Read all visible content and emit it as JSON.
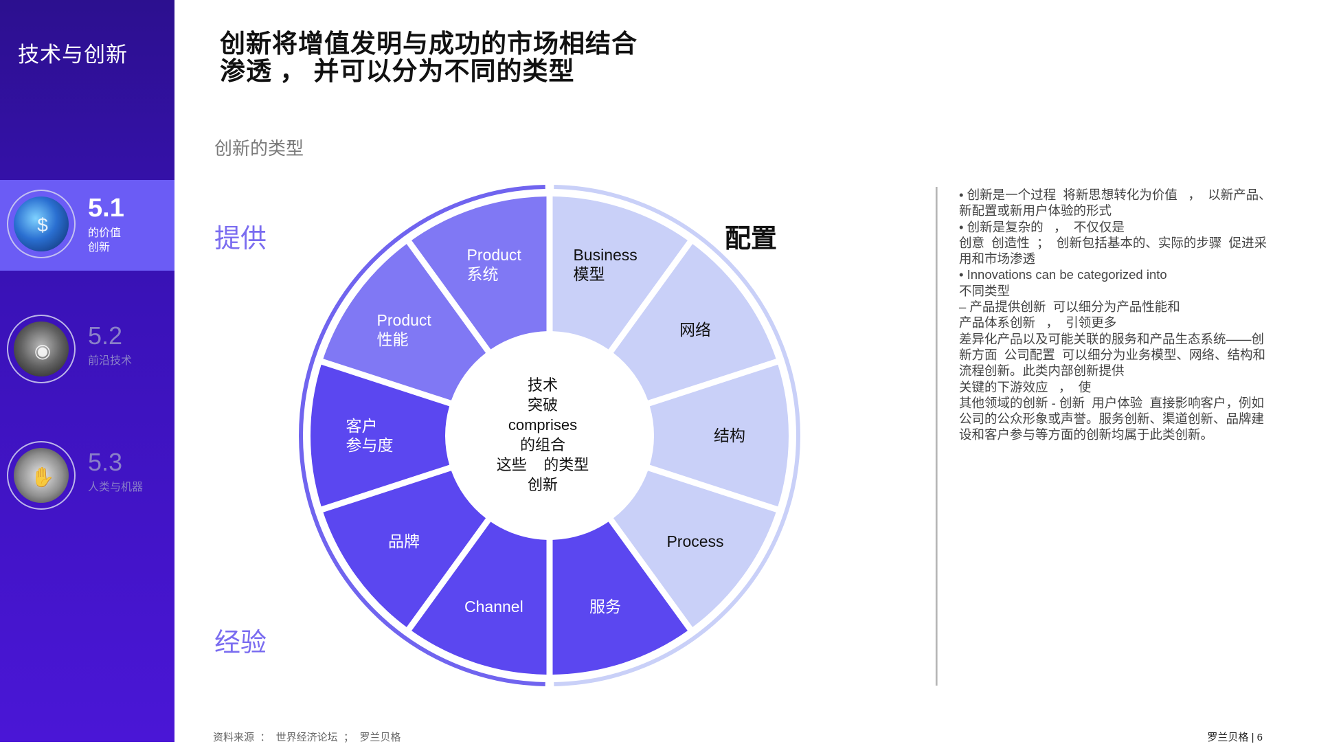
{
  "sidebar": {
    "section_title": "技术与创新",
    "items": [
      {
        "number": "5.1",
        "label_lines": [
          "的价值",
          "创新"
        ],
        "icon": "money-growth-icon"
      },
      {
        "number": "5.2",
        "label_lines": [
          "前沿技术"
        ],
        "icon": "ai-brain-icon"
      },
      {
        "number": "5.3",
        "label_lines": [
          "人类与机器"
        ],
        "icon": "handshake-icon"
      }
    ]
  },
  "header": {
    "title_lines": [
      "创新将增值发明与成功的市场相结合",
      "渗透  ，  并可以分为不同的类型"
    ],
    "subtitle": "创新的类型"
  },
  "quadrants": {
    "offer": "提供",
    "configuration": "配置",
    "experience": "经验"
  },
  "diagram": {
    "center_lines": [
      "技术",
      "突破",
      "comprises",
      "的组合",
      "这些    的类型",
      "创新"
    ],
    "segments": [
      {
        "lines": [
          "Business",
          "模型"
        ],
        "group": "configuration"
      },
      {
        "lines": [
          "网络"
        ],
        "group": "configuration"
      },
      {
        "lines": [
          "结构"
        ],
        "group": "configuration"
      },
      {
        "lines": [
          "Process"
        ],
        "group": "configuration"
      },
      {
        "lines": [
          "服务"
        ],
        "group": "experience"
      },
      {
        "lines": [
          "Channel"
        ],
        "group": "experience"
      },
      {
        "lines": [
          "品牌"
        ],
        "group": "experience"
      },
      {
        "lines": [
          "客户",
          "参与度"
        ],
        "group": "experience"
      },
      {
        "lines": [
          "Product",
          "性能"
        ],
        "group": "offer"
      },
      {
        "lines": [
          "Product",
          "系统"
        ],
        "group": "offer"
      }
    ],
    "colors": {
      "offer": "#8078f4",
      "configuration": "#c9d0f8",
      "experience": "#5b47f0",
      "outer_ring": "#7064ef",
      "outer_ring_light": "#c9d0f8"
    }
  },
  "notes": {
    "lines": [
      "• 创新是一个过程  将新思想转化为价值   ，  以新产品、",
      "新配置或新用户体验的形式",
      "• 创新是复杂的   ，  不仅仅是",
      "创意  创造性  ；  创新包括基本的、实际的步骤  促进采",
      "用和市场渗透",
      "• Innovations can be categorized into",
      "不同类型",
      "– 产品提供创新  可以细分为产品性能和",
      "产品体系创新   ，  引领更多",
      "差异化产品以及可能关联的服务和产品生态系统——创",
      "新方面  公司配置  可以细分为业务模型、网络、结构和",
      "流程创新。此类内部创新提供",
      "关键的下游效应   ，  使",
      "其他领域的创新 - 创新  用户体验  直接影响客户，例如",
      "公司的公众形象或声誉。服务创新、渠道创新、品牌建",
      "设和客户参与等方面的创新均属于此类创新。"
    ]
  },
  "footer": {
    "source": "资料来源  ：  世界经济论坛  ；  罗兰贝格",
    "page": "罗兰贝格 | 6"
  }
}
